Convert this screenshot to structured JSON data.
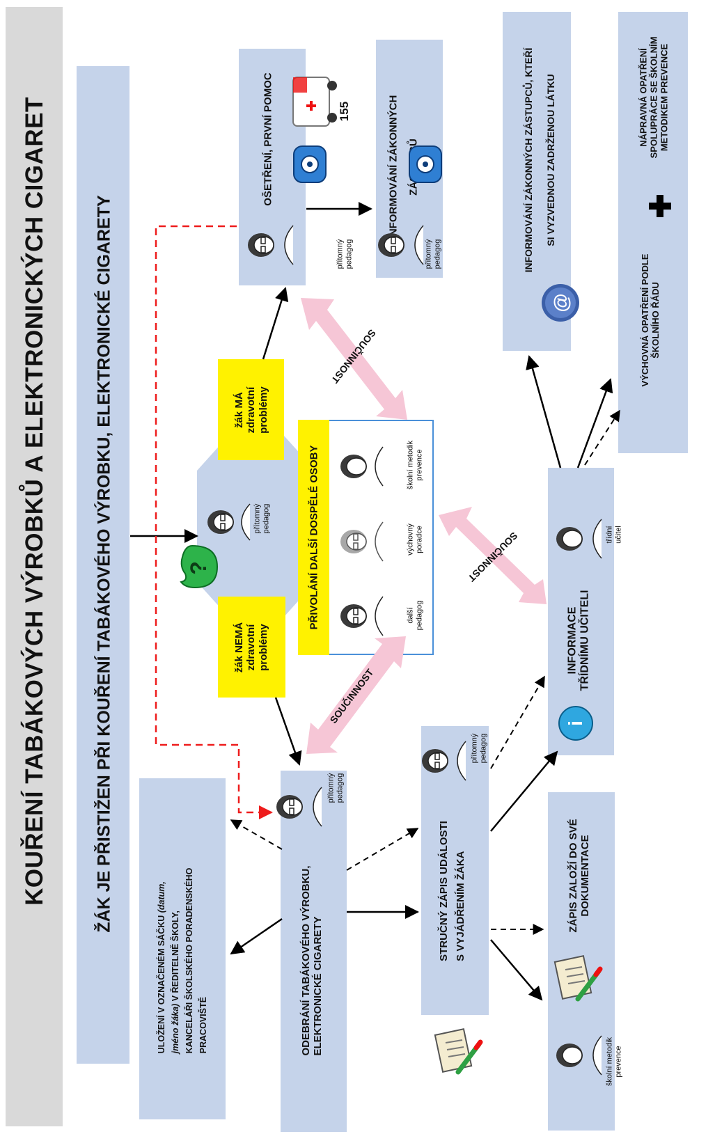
{
  "title": "KOUŘENÍ TABÁKOVÝCH VÝROBKŮ A ELEKTRONICKÝCH CIGARET",
  "subtitle": "ŽÁK JE PŘISTIŽEN PŘI KOUŘENÍ TABÁKOVÉHO VÝROBKU, ELEKTRONICKÉ CIGARETY",
  "center": {
    "label_l1": "přítomný",
    "label_l2": "pedagog",
    "question_icon": "question-bubble-icon"
  },
  "branch_yes": {
    "l1": "žák MÁ",
    "l2": "zdravotní",
    "l3": "problémy"
  },
  "branch_no": {
    "l1": "žák NEMÁ",
    "l2": "zdravotní",
    "l3": "problémy"
  },
  "staff_box": {
    "title": "PŘIVOLÁNÍ DALŠÍ DOSPĚLÉ OSOBY",
    "persons": [
      {
        "l1": "další",
        "l2": "pedagog"
      },
      {
        "l1": "výchovný",
        "l2": "poradce"
      },
      {
        "l1": "školní metodik",
        "l2": "prevence"
      }
    ]
  },
  "cooperation_label": "SOUČINNOST",
  "treatment": {
    "title": "OŠETŘENÍ, PRVNÍ POMOC",
    "emergency_number": "155",
    "person_l1": "přítomný",
    "person_l2": "pedagog"
  },
  "inform_guardians": {
    "l1": "INFORMOVÁNÍ ZÁKONNÝCH",
    "l2": "ZÁSTUPCŮ",
    "person_l1": "přítomný",
    "person_l2": "pedagog"
  },
  "storage": {
    "l1_a": "ULOŽENÍ V  OZNAČENÉM SÁČKU ",
    "l1_b": "(datum,",
    "l2_a": "jméno žáka)",
    "l2_b": " V  ŘEDITELNĚ ŠKOLY,",
    "l3": "KANCELÁŘI ŠKOLSKÉHO PORADENSKÉHO",
    "l4": "PRACOVIŠTĚ"
  },
  "confiscation": {
    "l1": "ODEBRÁNÍ TABÁKOVÉHO VÝROBKU,",
    "l2": "ELEKTRONICKÉ CIGARETY",
    "person_l1": "přítomný",
    "person_l2": "pedagog"
  },
  "record": {
    "l1": "STRUČNÝ ZÁPIS UDÁLOSTI",
    "l2": "S  VYJÁDŘENÍM ŽÁKA",
    "person_l1": "přítomný",
    "person_l2": "pedagog"
  },
  "class_teacher": {
    "l1": "INFORMACE",
    "l2": "TŘÍDNÍMU UČITELI",
    "person_l1": "třídní",
    "person_l2": "učitel"
  },
  "archive": {
    "l1": "ZÁPIS ZALOŽÍ DO SVÉ",
    "l2": "DOKUMENTACE",
    "person_l1": "školní metodik",
    "person_l2": "prevence"
  },
  "inform_guardians_email": {
    "l1": "INFORMOVÁNÍ ZÁKONNÝCH ZÁSTUPCŮ, KTEŘÍ",
    "l2": "SI VYZVEDNOU ZADRŽENOU LÁTKU"
  },
  "measures": {
    "left_l1": "VÝCHOVNÁ OPATŘENÍ PODLE",
    "left_l2": "ŠKOLNÍHO ŘÁDU",
    "right_l1": "NÁPRAVNÁ OPATŘENÍ",
    "right_l2": "SPOLUPRÁCE SE ŠKOLNÍM",
    "right_l3": "METODIKEM PREVENCE"
  },
  "colors": {
    "box": "#c5d3ea",
    "header": "#d9d9d9",
    "yellow": "#fff200",
    "pink": "#f6c6d6",
    "red_dash": "#ee1c1c",
    "border_blue": "#4a90d9"
  }
}
